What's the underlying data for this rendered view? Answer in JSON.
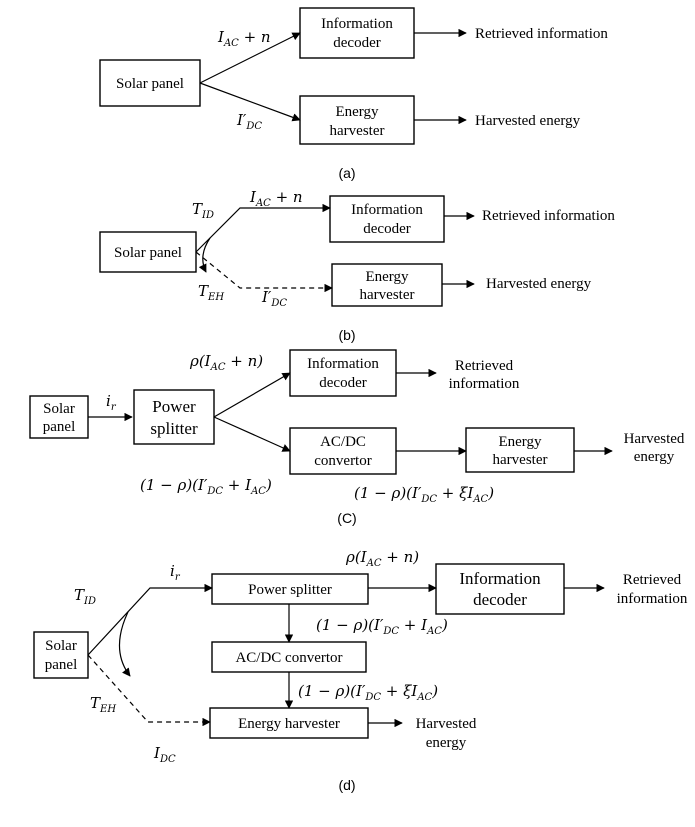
{
  "panel_a": {
    "caption": "(a)",
    "solar_panel": "Solar panel",
    "info_decoder": [
      "Information",
      "decoder"
    ],
    "energy_harvester": [
      "Energy",
      "harvester"
    ],
    "signal_ac": "Ī_AC + n",
    "signal_dc": "I′_DC",
    "retrieved": "Retrieved information",
    "harvested": "Harvested energy"
  },
  "panel_b": {
    "caption": "(b)",
    "solar_panel": "Solar panel",
    "info_decoder": [
      "Information",
      "decoder"
    ],
    "energy_harvester": [
      "Energy",
      "harvester"
    ],
    "t_id": "T_ID",
    "t_eh": "T_EH",
    "signal_ac": "Ī_AC + n",
    "signal_dc": "I′_DC",
    "retrieved": "Retrieved information",
    "harvested": "Harvested energy"
  },
  "panel_c": {
    "caption": "(C)",
    "solar_panel": [
      "Solar",
      "panel"
    ],
    "i_r": "i_r",
    "power_splitter": [
      "Power",
      "splitter"
    ],
    "info_decoder": [
      "Information",
      "decoder"
    ],
    "acdc": [
      "AC/DC",
      "convertor"
    ],
    "energy_harvester": [
      "Energy",
      "harvester"
    ],
    "signal_rho": "ρ(I_AC + n)",
    "signal_split_dc": "(1 − ρ)(I′_DC + Ī_AC)",
    "signal_conv_dc": "(1 − ρ)(I′_DC + ξI_AC)",
    "retrieved": [
      "Retrieved",
      "information"
    ],
    "harvested": [
      "Harvested",
      "energy"
    ]
  },
  "panel_d": {
    "caption": "(d)",
    "solar_panel": [
      "Solar",
      "panel"
    ],
    "i_r": "i_r",
    "t_id": "T_ID",
    "t_eh": "T_EH",
    "power_splitter": "Power splitter",
    "info_decoder": [
      "Information",
      "decoder"
    ],
    "acdc": "AC/DC convertor",
    "energy_harvester": "Energy harvester",
    "signal_rho": "ρ(I_AC + n)",
    "signal_split_dc": "(1 − ρ)(I′_DC + I_AC)",
    "signal_conv_dc": "(1 − ρ)(I′_DC + ξĪ_AC)",
    "i_dc": "I_DC",
    "retrieved": [
      "Retrieved",
      "information"
    ],
    "harvested": [
      "Harvested",
      "energy"
    ]
  }
}
